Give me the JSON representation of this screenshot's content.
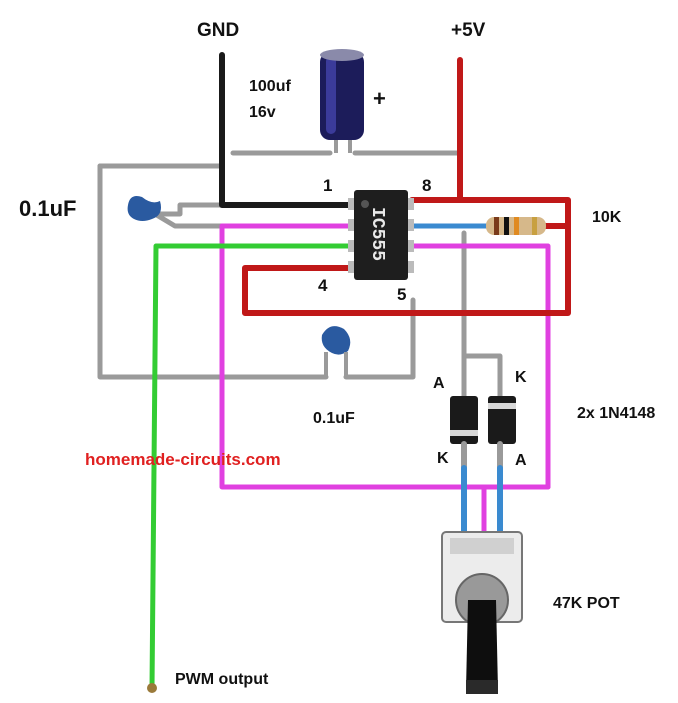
{
  "labels": {
    "gnd": "GND",
    "vcc": "+5V",
    "cap_value": "100uf",
    "cap_voltage": "16v",
    "plus": "+",
    "cap_left": "0.1uF",
    "cap_bottom": "0.1uF",
    "pin1": "1",
    "pin8": "8",
    "pin4": "4",
    "pin5": "5",
    "ic": "IC555",
    "resistor": "10K",
    "diode_a_left": "A",
    "diode_k_right": "K",
    "diode_k_left": "K",
    "diode_a_right": "A",
    "diodes": "2x 1N4148",
    "pot": "47K POT",
    "output": "PWM output",
    "watermark": "homemade-circuits.com"
  },
  "colors": {
    "gnd_wire": "#1a1a1a",
    "vcc_wire": "#c01818",
    "pin_wire": "#e040e0",
    "output_wire": "#33cc33",
    "trigger_wire": "#999999",
    "pot_leg": "#3a8ad0",
    "watermark": "#e02020"
  }
}
